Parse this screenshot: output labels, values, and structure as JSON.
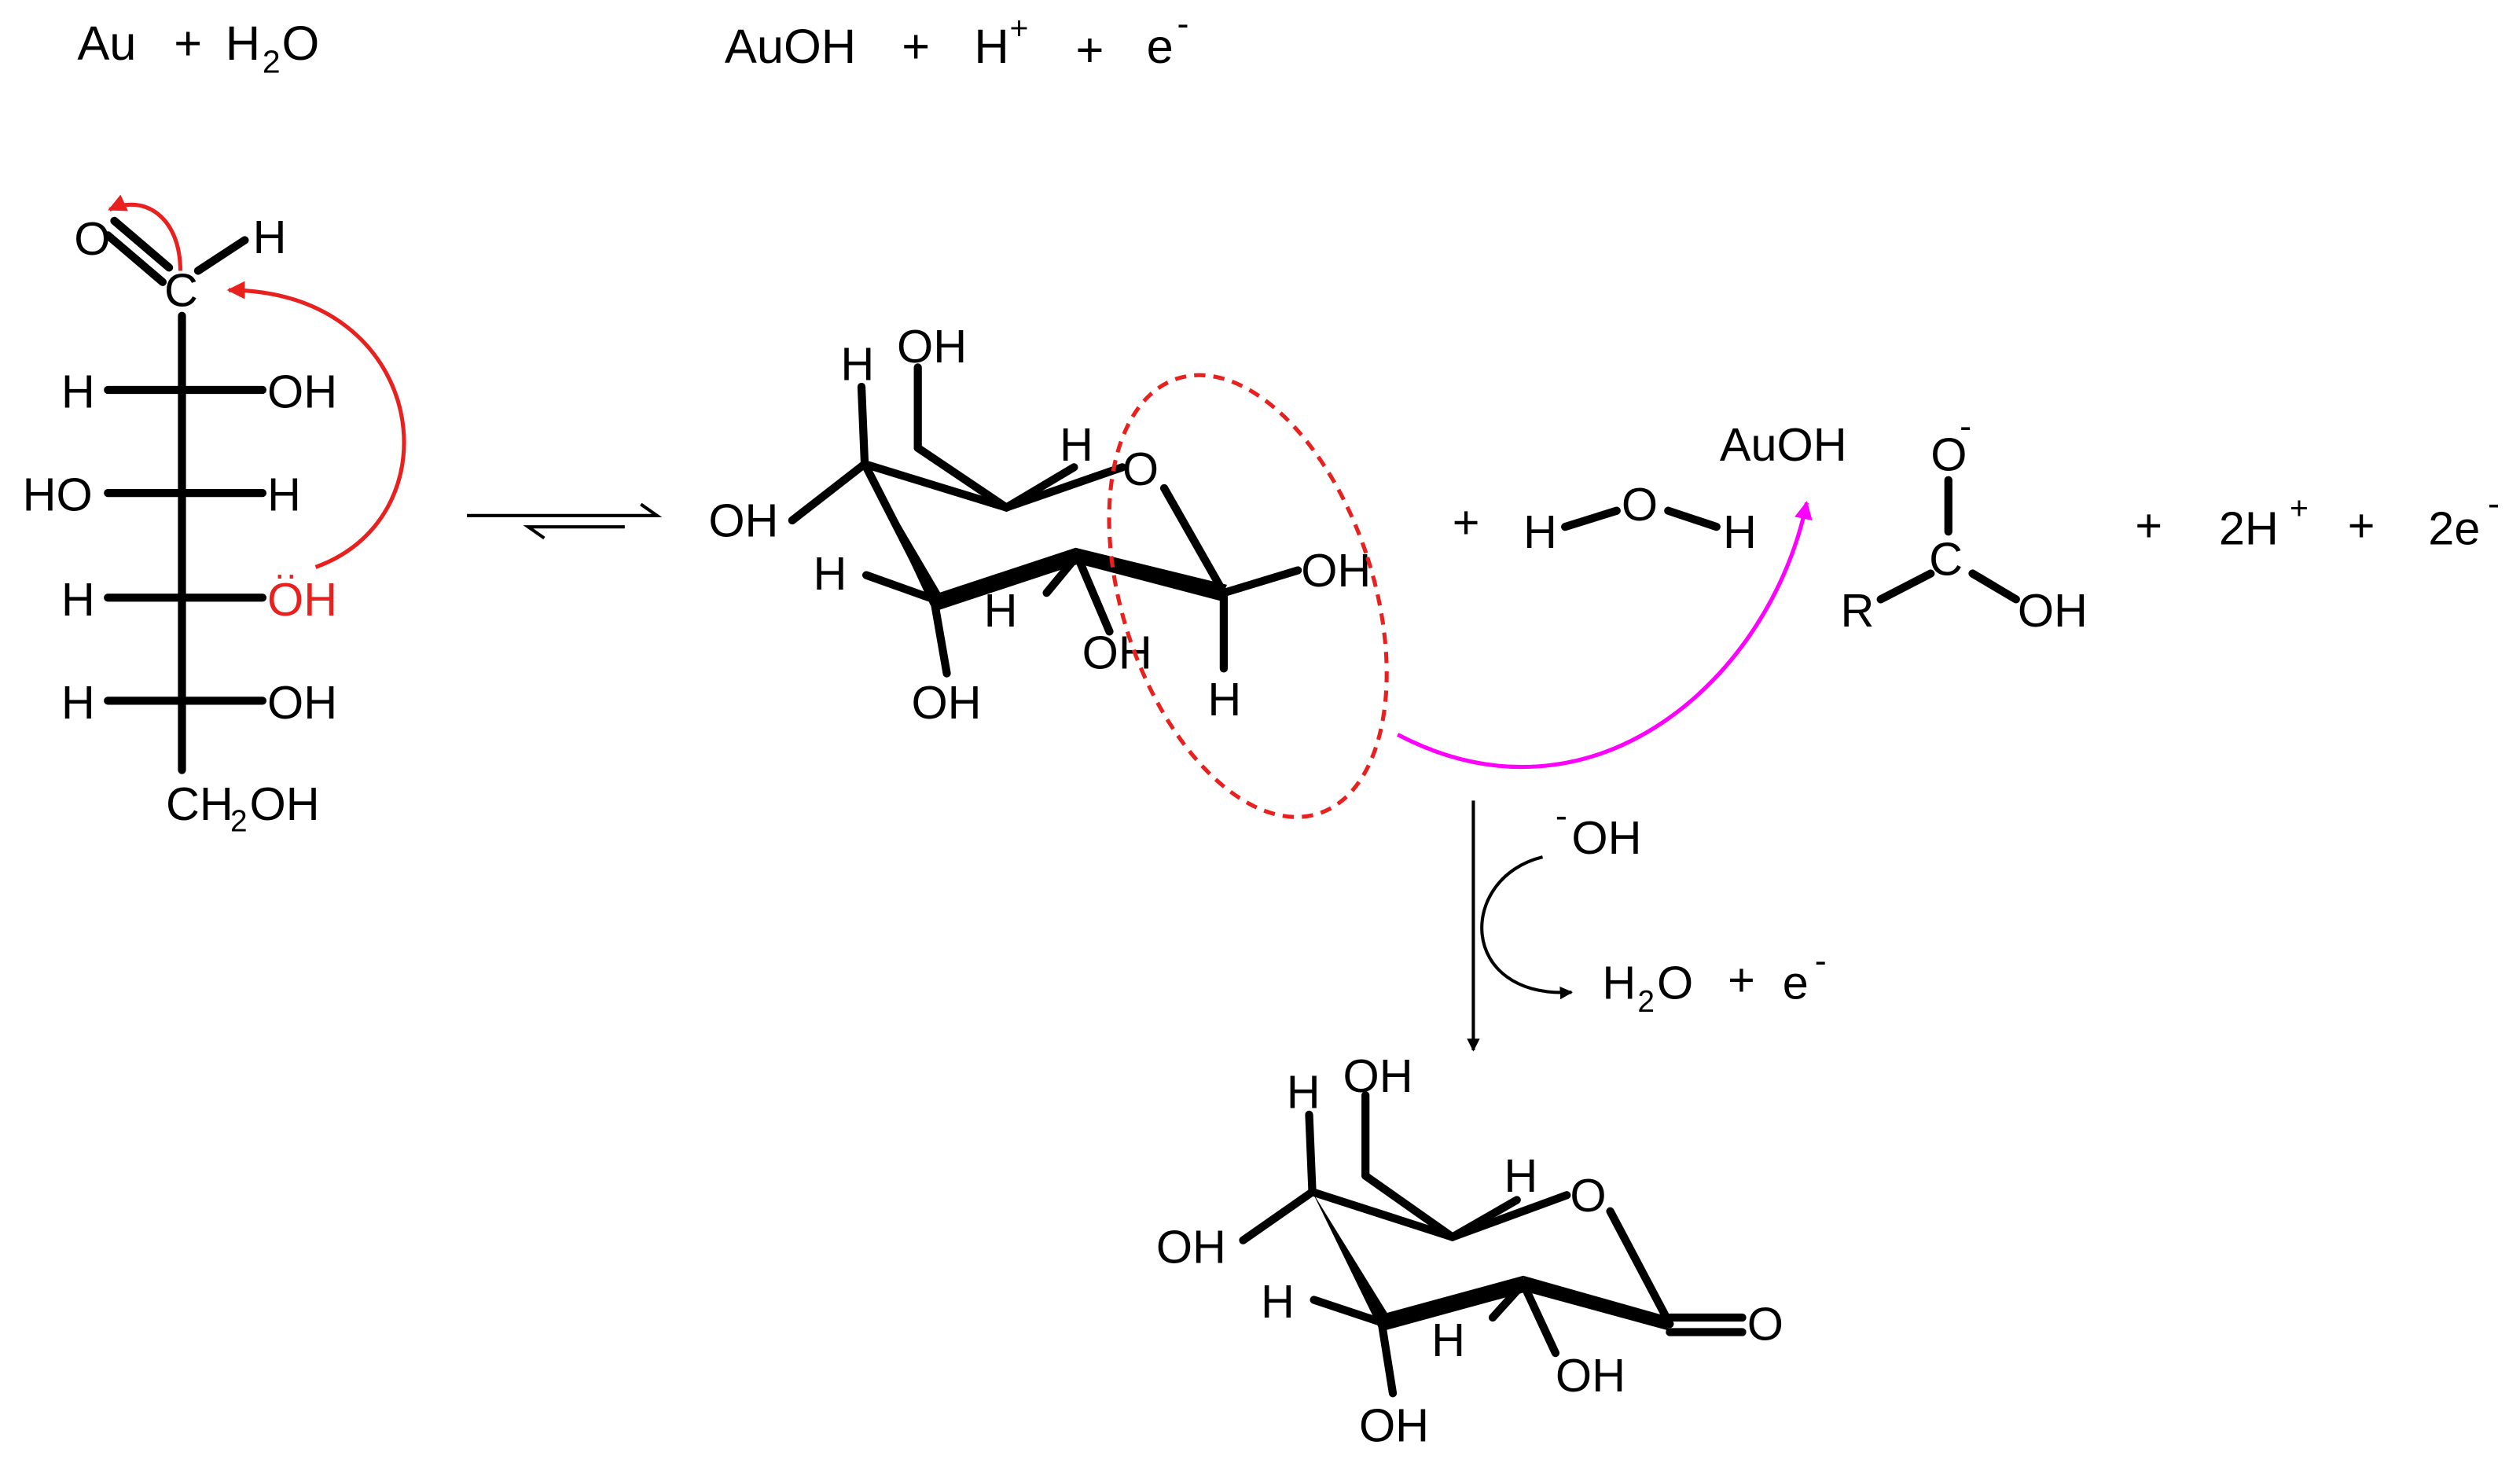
{
  "colors": {
    "ink": "#000000",
    "highlight_red": "#e8211f",
    "arrow_magenta": "#ff00ff",
    "background": "#ffffff"
  },
  "equation": {
    "left": {
      "au": "Au",
      "plus": "+",
      "h": "H",
      "two": "2",
      "o": "O"
    },
    "right": {
      "auoh": "AuOH",
      "plus1": "+",
      "h": "H",
      "hsup": "+",
      "plus2": "+",
      "e": "e",
      "esup": "-"
    }
  },
  "fischer": {
    "carbonyl_o": "O",
    "carbonyl_c": "C",
    "aldehyde_h": "H",
    "c2": {
      "left": "H",
      "right": "OH"
    },
    "c3": {
      "left": "HO",
      "right": "H"
    },
    "c4": {
      "left": "H",
      "right": "OH",
      "lone_pair": "··"
    },
    "c5": {
      "left": "H",
      "right": "OH"
    },
    "c6": {
      "ch": "CH",
      "sub": "2",
      "oh": "OH"
    }
  },
  "pyranose": {
    "ring_o": "O",
    "ch2oh": "OH",
    "c5_h": "H",
    "c4_oh": "OH",
    "c4_h": "H",
    "c3_h": "H",
    "c3_oh": "OH",
    "c2_h": "H",
    "c2_oh": "OH",
    "c1_oh": "OH",
    "c1_h": "H"
  },
  "middle": {
    "plus": "+",
    "water": {
      "h1": "H",
      "o": "O",
      "h2": "H"
    },
    "auoh": "AuOH"
  },
  "carboxylate": {
    "o_minus": "O",
    "o_sup": "-",
    "c": "C",
    "r": "R",
    "oh": "OH"
  },
  "right_products": {
    "plus1": "+",
    "two_h": "2H",
    "h_sup": "+",
    "plus2": "+",
    "two_e": "2e",
    "e_sup": "-"
  },
  "vertical_step": {
    "hydroxide_sup": "-",
    "hydroxide": "OH",
    "h": "H",
    "two": "2",
    "o": "O",
    "plus": "+",
    "e": "e",
    "e_sup": "-"
  },
  "lactone": {
    "ring_o": "O",
    "carbonyl_o": "O",
    "ch2oh": "OH",
    "c5_h": "H",
    "c4_oh": "OH",
    "c4_h": "H",
    "c3_h": "H",
    "c3_oh": "OH",
    "c2_h": "H",
    "c2_oh": "OH"
  }
}
